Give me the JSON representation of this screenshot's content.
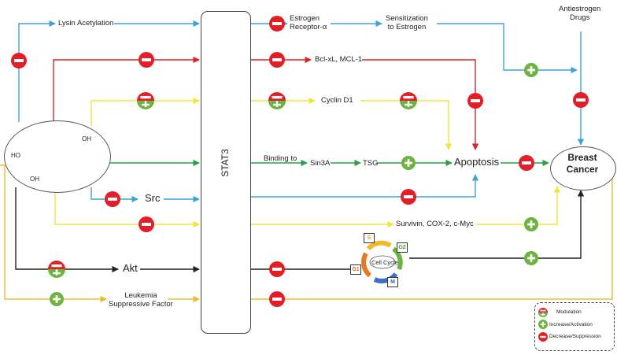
{
  "nodes": {
    "lysin_acetylation": "Lysin Acetylation",
    "src": "Src",
    "akt": "Akt",
    "lsf": "Leukemia\nSuppressive Factor",
    "stat3": "STAT3",
    "er_alpha": "Estrogen\nReceptor-α",
    "sensitization": "Sensitization\nto Estrogen",
    "antiestrogen": "Antiestrogen\nDrugs",
    "bcl": "Bcl-xL, MCL-1",
    "cyclin_d1": "Cyclin D1",
    "binding_to": "Binding to",
    "sin3a": "Sin3A",
    "tsg": "TSG",
    "apoptosis": "Apoptosis",
    "survivin": "Survivin, COX-2, c-Myc",
    "breast_cancer": "Breast\nCancer"
  },
  "cell_cycle": {
    "center": "Cell Cycle",
    "phases": [
      "S",
      "G2",
      "M",
      "G1"
    ]
  },
  "legend": {
    "modulation": "Modulation",
    "increase": "Increase/Activation",
    "decrease": "Decrease/Suppression"
  },
  "molecule": {
    "oh_left": "HO",
    "oh_right": "OH",
    "oh_bottom": "OH"
  },
  "colors": {
    "blue": "#3fa3d8",
    "red": "#e02424",
    "yellow": "#f2e43a",
    "green": "#2f9e4a",
    "orange": "#f2b82c",
    "black": "#222222",
    "plus_green": "#6db33f",
    "minus_red": "#e41e26",
    "mod_orange": "#f08a24"
  }
}
